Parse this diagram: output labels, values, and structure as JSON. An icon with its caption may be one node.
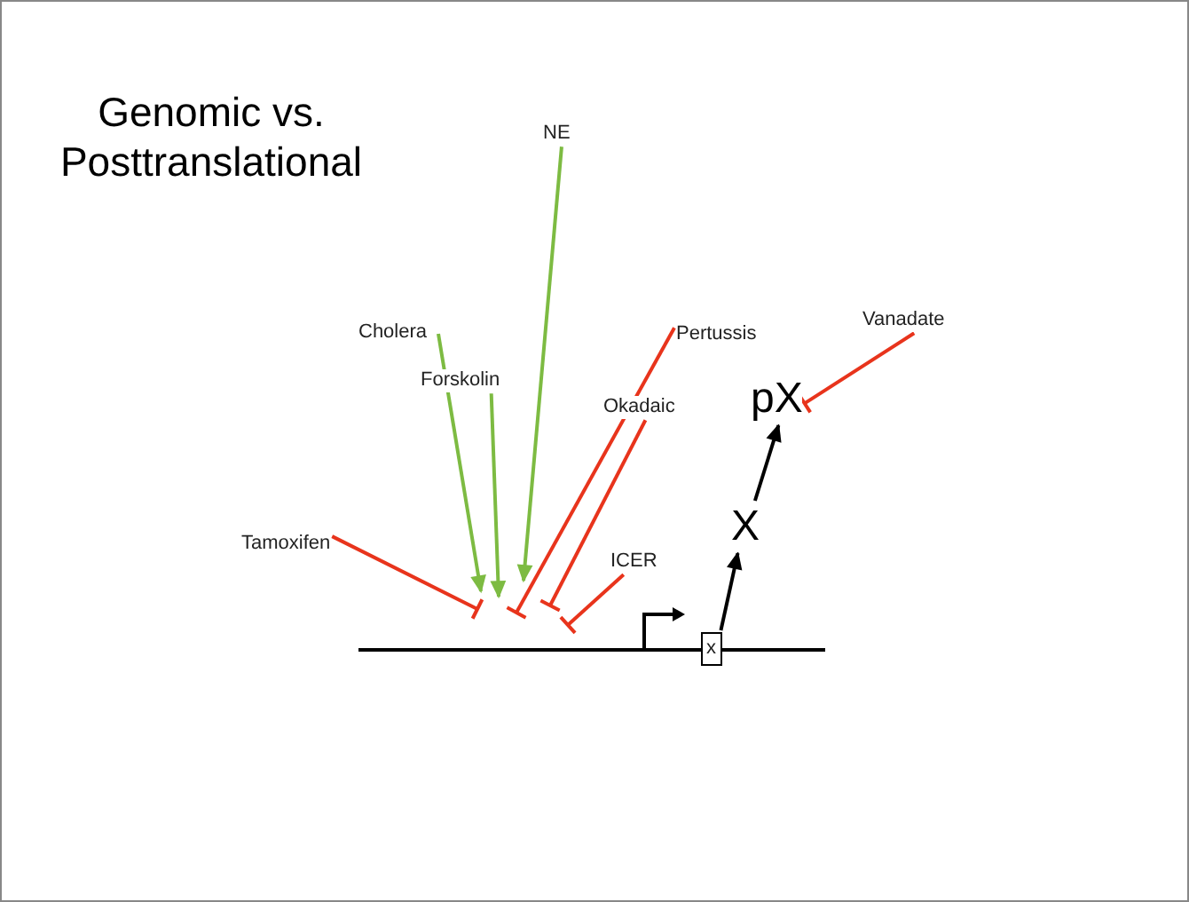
{
  "diagram": {
    "title": "Genomic vs. Posttranslational",
    "nodes": [
      {
        "text": [
          "NE"
        ]
      },
      {
        "text": [
          "Vanadate"
        ]
      },
      {
        "text": [
          "Cholera"
        ]
      },
      {
        "text": [
          "Pertussis"
        ]
      },
      {
        "text": [
          "Forskolin"
        ]
      },
      {
        "text": [
          "pX"
        ]
      },
      {
        "text": [
          "Okadaic"
        ]
      },
      {
        "text": [
          "X"
        ]
      },
      {
        "text": [
          "Tamoxifen"
        ]
      },
      {
        "text": [
          "ICER"
        ]
      },
      {
        "text": [
          "x"
        ]
      }
    ],
    "edges": [
      {
        "from": 2,
        "to": null,
        "arrow": "to",
        "color": "#7dbb42"
      },
      {
        "from": 4,
        "to": null,
        "arrow": "to",
        "color": "#7dbb42"
      },
      {
        "from": 0,
        "to": null,
        "arrow": "to",
        "color": "#7dbb42"
      },
      {
        "from": 8,
        "to": null,
        "arrow": "other"
      },
      {
        "from": 3,
        "to": null,
        "arrow": "other"
      },
      {
        "from": 6,
        "to": null,
        "arrow": "other"
      },
      {
        "from": 9,
        "to": null,
        "arrow": "other"
      },
      {
        "from": 1,
        "to": 5,
        "arrow": "other"
      },
      {
        "from": 10,
        "to": 7,
        "arrow": "to",
        "color": "#000000"
      },
      {
        "from": 7,
        "to": 5,
        "arrow": "to",
        "color": "#000000"
      }
    ]
  }
}
